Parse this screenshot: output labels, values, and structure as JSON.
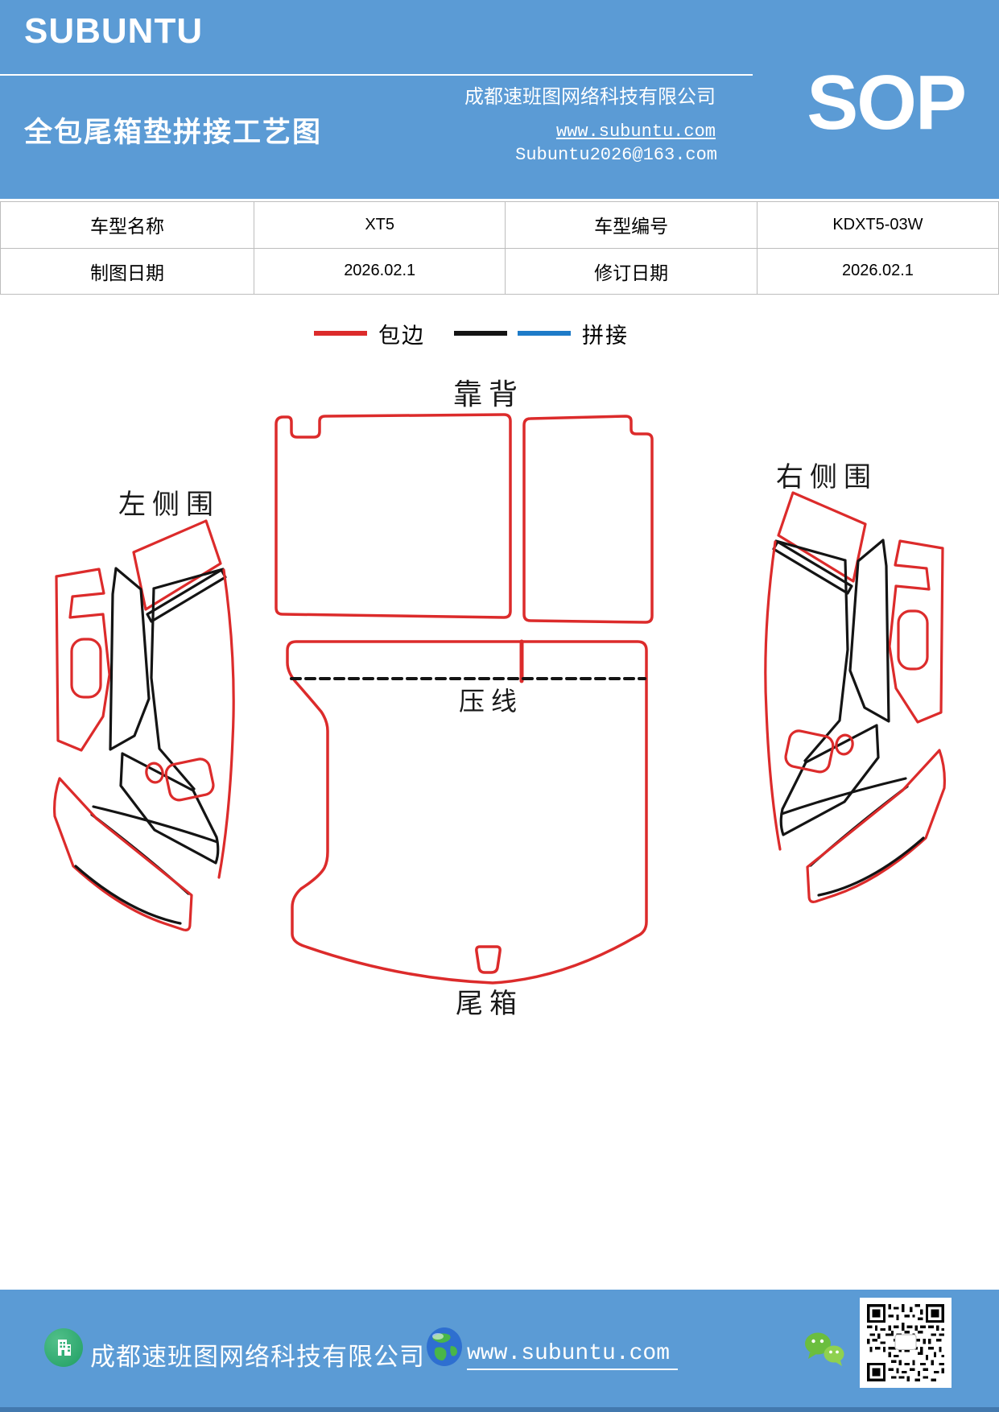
{
  "header": {
    "logo": "SUBUNTU",
    "company": "成都速班图网络科技有限公司",
    "sop": "SOP",
    "title": "全包尾箱垫拼接工艺图",
    "website": "www.subuntu.com",
    "email": "Subuntu2026@163.com"
  },
  "info_table": {
    "rows": [
      [
        "车型名称",
        "XT5",
        "车型编号",
        "KDXT5-03W"
      ],
      [
        "制图日期",
        "2026.02.1",
        "修订日期",
        "2026.02.1"
      ]
    ]
  },
  "legend": {
    "binding_label": "包边",
    "stitch_label": "拼接",
    "binding_color": "#DC2B2B",
    "stitch_line_colors": [
      "#141414",
      "#1E7BC8"
    ]
  },
  "diagram": {
    "labels": {
      "backrest": "靠背",
      "left_side": "左侧围",
      "right_side": "右侧围",
      "press_line": "压线",
      "trunk": "尾箱"
    }
  },
  "footer": {
    "company": "成都速班图网络科技有限公司",
    "website": "www.subuntu.com"
  },
  "colors": {
    "theme_blue": "#5B9BD5",
    "footer_bottom_strip": "#4379AE",
    "line_red": "#DC2B2B",
    "line_black": "#141414",
    "stitch_blue": "#1E7BC8",
    "icon_green": "#2FAF77",
    "wechat_green": "#7BC943"
  }
}
